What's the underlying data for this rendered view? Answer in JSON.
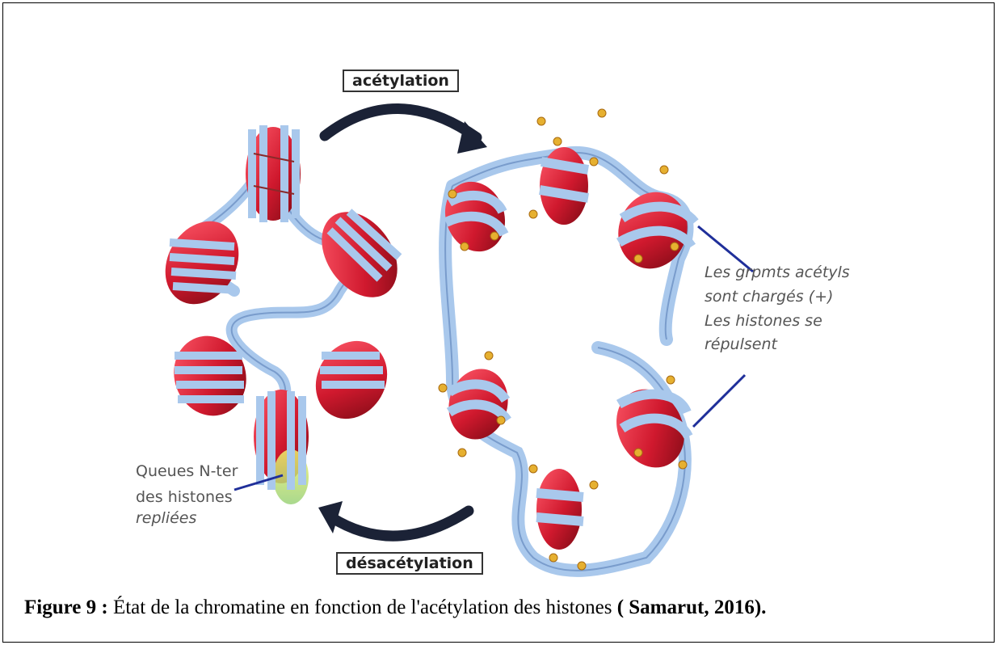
{
  "arrows": {
    "top_label": "acétylation",
    "bottom_label": "désacétylation"
  },
  "annotations": {
    "right_line1": "Les grpmts acétyls",
    "right_line2": "sont chargés (+)",
    "right_line3": "Les histones se",
    "right_line4": "répulsent",
    "left_line1": "Queues N-ter",
    "left_line2": "des histones",
    "left_line3": "repliées"
  },
  "caption": {
    "label": "Figure 9 :",
    "text": " État de la chromatine en fonction de l'acétylation des histones ",
    "citation": "( Samarut, 2016)."
  },
  "colors": {
    "histone": "#d0192e",
    "dna": "#a9c8ec",
    "acetyl": "#e6b030",
    "arrow": "#1b2236",
    "leader": "#1f2f9a"
  }
}
